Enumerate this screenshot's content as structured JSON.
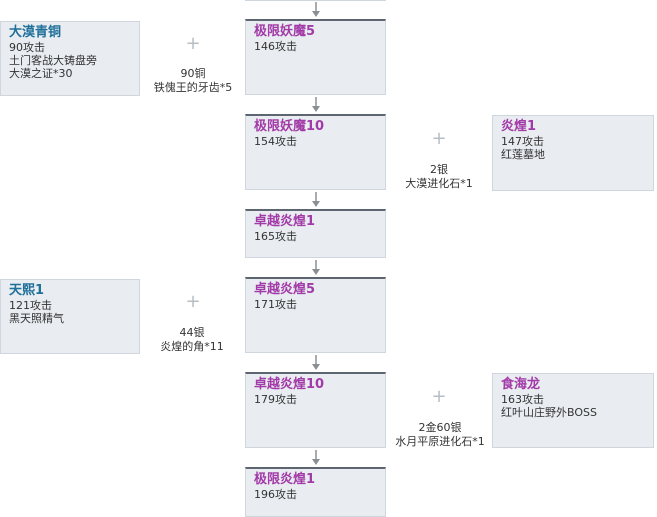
{
  "main_chain": [
    {
      "name": "极限妖魔5",
      "attack": "146攻击"
    },
    {
      "name": "极限妖魔10",
      "attack": "154攻击"
    },
    {
      "name": "卓越炎煌1",
      "attack": "165攻击"
    },
    {
      "name": "卓越炎煌5",
      "attack": "171攻击"
    },
    {
      "name": "卓越炎煌10",
      "attack": "179攻击"
    },
    {
      "name": "极限炎煌1",
      "attack": "196攻击"
    }
  ],
  "left_items": [
    {
      "name": "大漠青铜",
      "attack": "90攻击",
      "lines": [
        "土门客战大铸盘旁",
        "大漠之证*30"
      ]
    },
    {
      "name": "天熙1",
      "attack": "121攻击",
      "lines": [
        "黑天照精气"
      ]
    }
  ],
  "right_items": [
    {
      "name": "炎煌1",
      "attack": "147攻击",
      "lines": [
        "红莲墓地"
      ]
    },
    {
      "name": "食海龙",
      "attack": "163攻击",
      "lines": [
        "红叶山庄野外BOSS"
      ]
    }
  ],
  "costs": [
    {
      "money": "90铜",
      "material": "铁傀王的牙齿*5"
    },
    {
      "money": "2银",
      "material": "大漠进化石*1"
    },
    {
      "money": "44银",
      "material": "炎煌的角*11"
    },
    {
      "money": "2金60银",
      "material": "水月平原进化石*1"
    }
  ],
  "icons": {
    "plus": "plus-icon",
    "arrow": "arrow-down-icon"
  }
}
